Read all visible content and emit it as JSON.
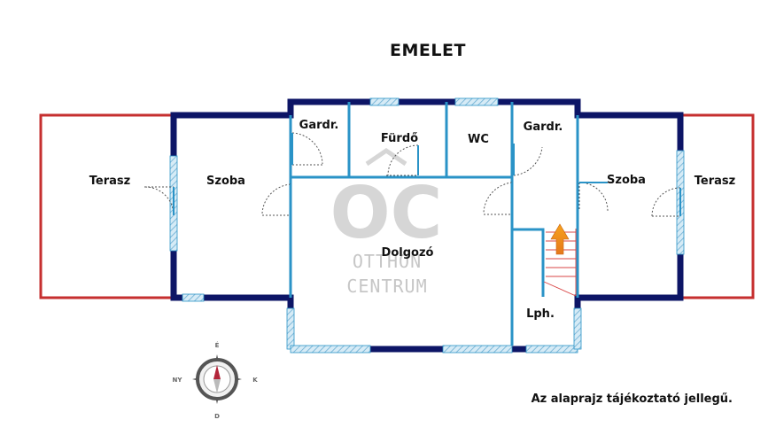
{
  "title": "EMELET",
  "rooms": {
    "terasz_left": "Terasz",
    "szoba_left": "Szoba",
    "gardr_left": "Gardr.",
    "furdo": "Fürdő",
    "wc": "WC",
    "gardr_right": "Gardr.",
    "szoba_right": "Szoba",
    "terasz_right": "Terasz",
    "dolgozo": "Dolgozó",
    "lph": "Lph."
  },
  "watermark": {
    "logo": "OC",
    "line1": "OTTHON",
    "line2": "CENTRUM"
  },
  "compass": {
    "north": "É",
    "south": "D",
    "east": "K",
    "west": "NY"
  },
  "disclaimer": "Az alaprajz tájékoztató jellegű.",
  "colors": {
    "outer_wall": "#0d1566",
    "inner_wall": "#2a93c7",
    "terrace": "#c62f2f",
    "window": "#b5d9ec",
    "stair_line": "#d94545",
    "arrow": "#f2951c"
  }
}
